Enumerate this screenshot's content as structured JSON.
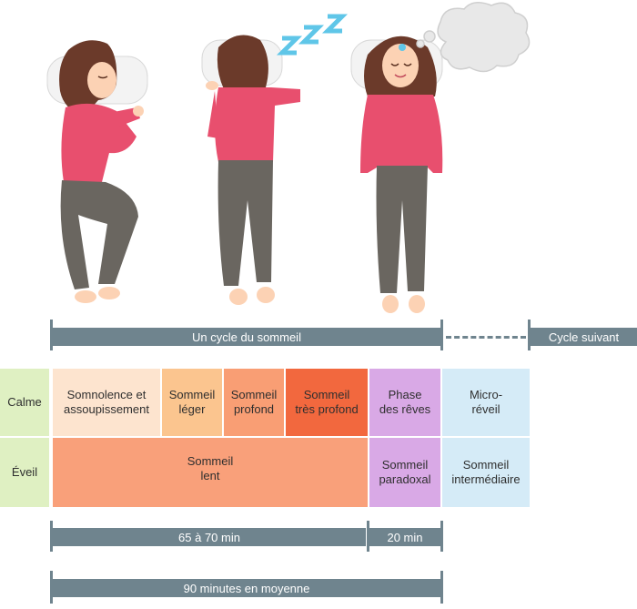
{
  "cycle_label": "Un cycle du sommeil",
  "next_cycle_label": "Cycle suivant",
  "rows": {
    "calme": "Calme",
    "eveil": "Éveil"
  },
  "stages": {
    "somnolence": "Somnolence et\nassoupissement",
    "leger": "Sommeil\nléger",
    "profond": "Sommeil\nprofond",
    "tres_profond": "Sommeil\ntrès profond",
    "reves": "Phase\ndes rêves",
    "micro_eveil": "Micro-\nréveil",
    "lent": "Sommeil\nlent",
    "paradoxal": "Sommeil\nparadoxal",
    "intermediaire": "Sommeil\nintermédiaire"
  },
  "durations": {
    "slow": "65 à 70 min",
    "rem": "20 min",
    "average": "90 minutes en moyenne"
  },
  "colors": {
    "bar": "#6f848e",
    "label_bg": "#dff0c2",
    "somnolence": "#fde4cf",
    "leger": "#fbc58f",
    "profond": "#f99e74",
    "tres_profond": "#f2683e",
    "lent": "#f9a07a",
    "reves": "#d9a9e6",
    "micro": "#d5ebf7",
    "shirt": "#e84f6e",
    "pants": "#6a6660",
    "hair": "#6b3a2a",
    "skin": "#fcd2b4",
    "zzz": "#5fc6e8"
  },
  "illustration": {
    "icons": [
      "woman-sleeping-side-icon",
      "woman-sleeping-back-icon",
      "zzz-icon",
      "woman-dreaming-icon",
      "thought-cloud-icon"
    ]
  }
}
